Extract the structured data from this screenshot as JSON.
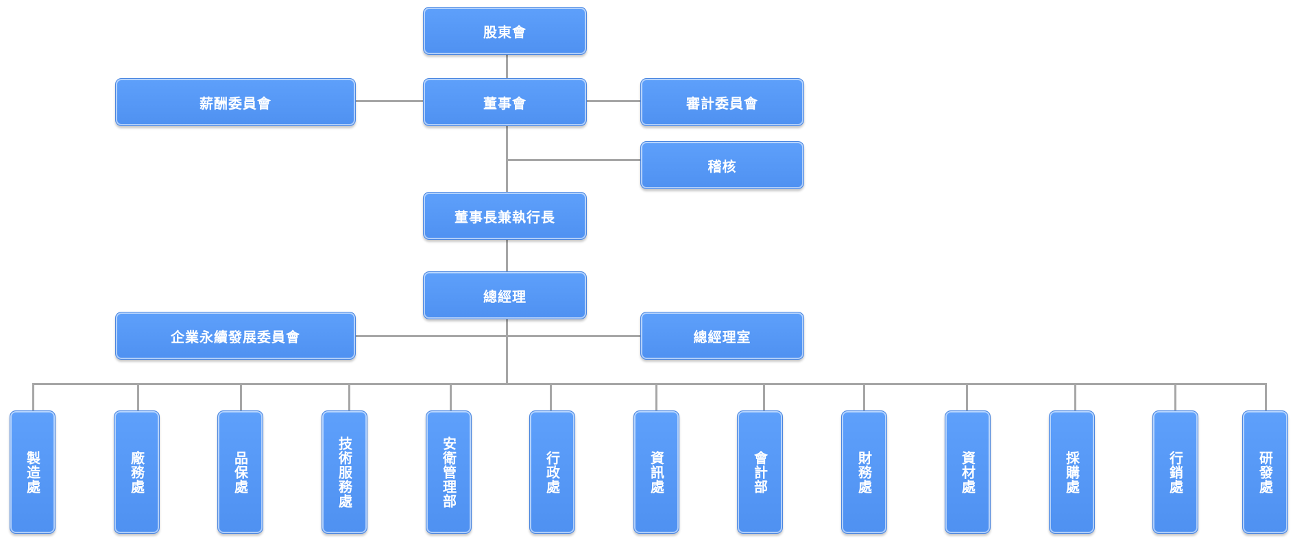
{
  "org_chart": {
    "top": {
      "shareholders": "股東會",
      "board": "董事會",
      "compensation_committee": "薪酬委員會",
      "audit_committee": "審計委員會",
      "internal_audit": "稽核",
      "chairman_ceo": "董事長兼執行長",
      "general_manager": "總經理",
      "sustainability_committee": "企業永續發展委員會",
      "gm_office": "總經理室"
    },
    "departments": [
      "製造處",
      "廠務處",
      "品保處",
      "技術服務處",
      "安衛管理部",
      "行政處",
      "資訊處",
      "會計部",
      "財務處",
      "資材處",
      "採購處",
      "行銷處",
      "研發處"
    ]
  }
}
